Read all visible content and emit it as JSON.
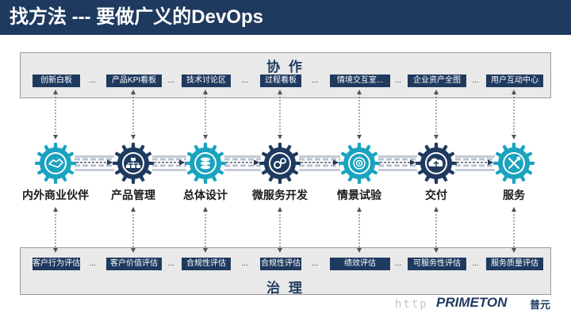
{
  "page": {
    "title": "找方法 --- 要做广义的DevOps"
  },
  "collaboration": {
    "title": "协 作",
    "items": [
      "创新白板",
      "产品KPI看板",
      "技术讨论区",
      "过程看板",
      "情境交互室...",
      "企业资产全图",
      "用户互动中心"
    ]
  },
  "governance": {
    "title": "治 理",
    "items": [
      "客户行为评估",
      "客户价值评估",
      "合规性评估",
      "合规性评估",
      "绩效评估",
      "可服务性评估",
      "服务质量评估"
    ]
  },
  "separator": "...",
  "stages": [
    {
      "label": "内外商业伙伴",
      "icon": "handshake-icon",
      "color": "teal"
    },
    {
      "label": "产品管理",
      "icon": "org-chart-icon",
      "color": "navy"
    },
    {
      "label": "总体设计",
      "icon": "database-icon",
      "color": "teal"
    },
    {
      "label": "微服务开发",
      "icon": "gears-icon",
      "color": "navy"
    },
    {
      "label": "情景试验",
      "icon": "target-icon",
      "color": "teal"
    },
    {
      "label": "交付",
      "icon": "cloud-upload-icon",
      "color": "navy"
    },
    {
      "label": "服务",
      "icon": "tools-icon",
      "color": "teal"
    }
  ],
  "colors": {
    "navy": "#1f3a5f",
    "teal": "#1aa3bf",
    "panel": "#e9e9e9"
  },
  "footer": {
    "url": "http",
    "logo": "PRIMETON",
    "logo_cn": "普元"
  }
}
